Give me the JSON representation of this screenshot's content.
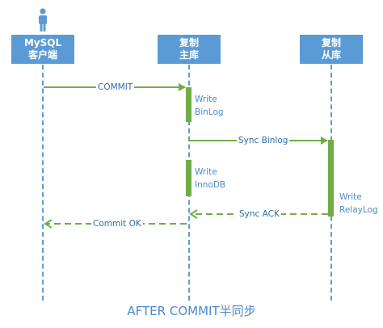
{
  "participants": [
    {
      "line1": "MySQL",
      "line2": "客户端",
      "icon": "person-icon"
    },
    {
      "line1": "复制",
      "line2": "主库"
    },
    {
      "line1": "复制",
      "line2": "从库"
    }
  ],
  "activations": {
    "binlog": [
      "Write",
      "BinLog"
    ],
    "innodb": [
      "Write",
      "InnoDB"
    ],
    "relaylog": [
      "Write",
      "RelayLog"
    ]
  },
  "messages": {
    "commit": "COMMIT",
    "sync_binlog": "Sync Binlog",
    "sync_ack": "Sync ACK",
    "commit_ok": "Commit OK"
  },
  "caption": "AFTER COMMIT半同步",
  "colors": {
    "blue": "#5b9bd5",
    "green": "#70ad47"
  }
}
